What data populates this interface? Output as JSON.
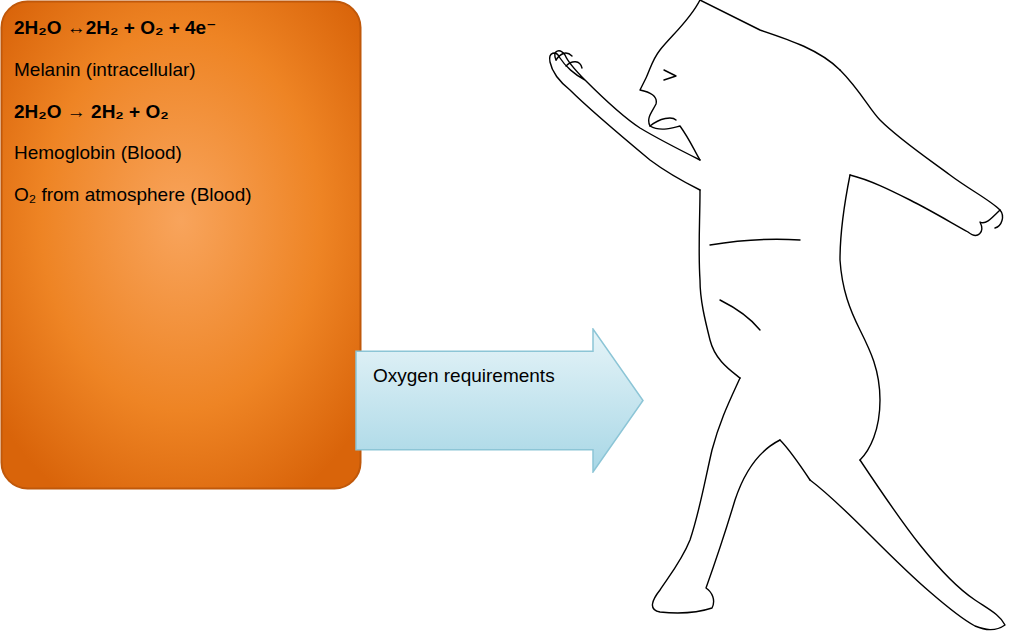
{
  "diagram": {
    "nodes": [
      {
        "text": [
          "2H₂O ↔2H₂ + O₂ + 4e⁻",
          "Melanin (intracellular)",
          "2H₂O → 2H₂ + O₂",
          "Hemoglobin (Blood)",
          "O₂ from atmosphere (Blood)"
        ]
      },
      {
        "text": [
          "Oxygen requirements"
        ]
      }
    ]
  }
}
